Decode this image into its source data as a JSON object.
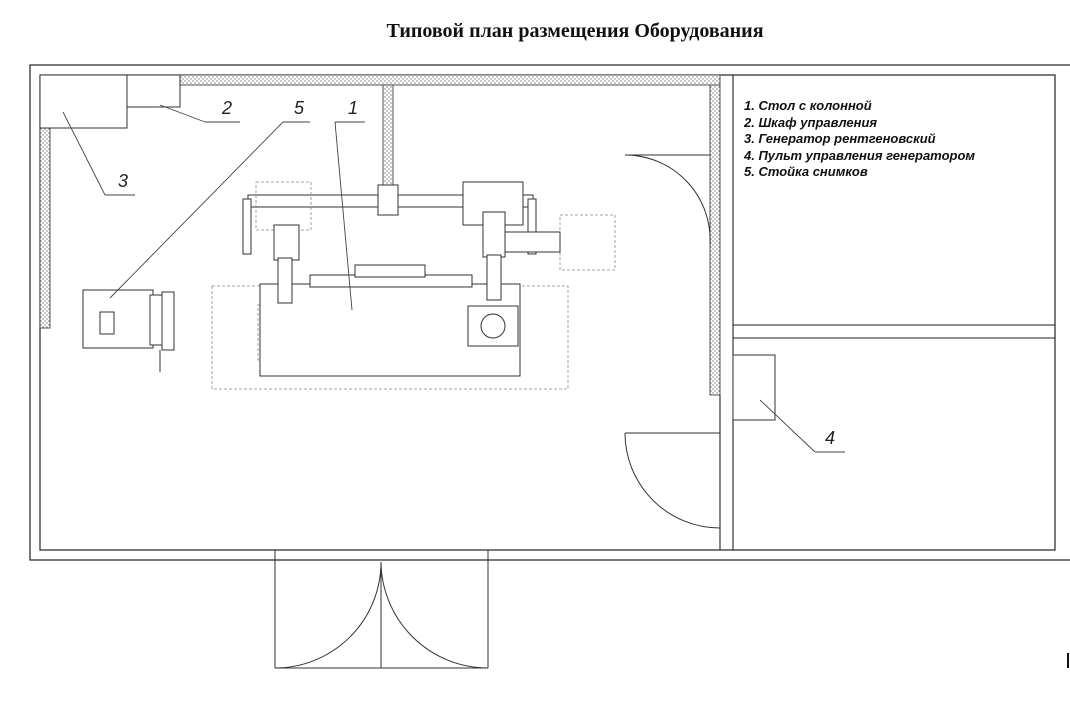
{
  "title": "Типовой план размещения Оборудования",
  "legend": [
    "1. Стол с колонной",
    "2. Шкаф управления",
    "3. Генератор рентгеновский",
    "4. Пульт управления генератором",
    "5. Стойка снимков"
  ],
  "callouts": [
    "1",
    "2",
    "3",
    "4",
    "5"
  ]
}
